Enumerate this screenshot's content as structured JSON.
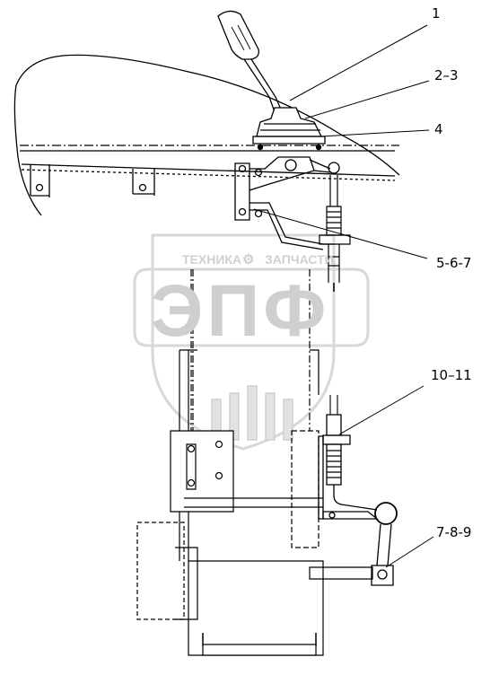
{
  "callouts": [
    {
      "id": "c1",
      "label": "1"
    },
    {
      "id": "c2",
      "label": "2–3"
    },
    {
      "id": "c4",
      "label": "4"
    },
    {
      "id": "c5",
      "label": "5-6-7"
    },
    {
      "id": "c10",
      "label": "10–11"
    },
    {
      "id": "c7",
      "label": "7-8-9"
    }
  ],
  "watermark": {
    "top_text": "ТЕХНИКА",
    "top_text_right": "ЗАПЧАСТИ",
    "logo": "ЭПФ"
  },
  "colors": {
    "line": "#000000",
    "watermark": "#d4d4d4"
  }
}
